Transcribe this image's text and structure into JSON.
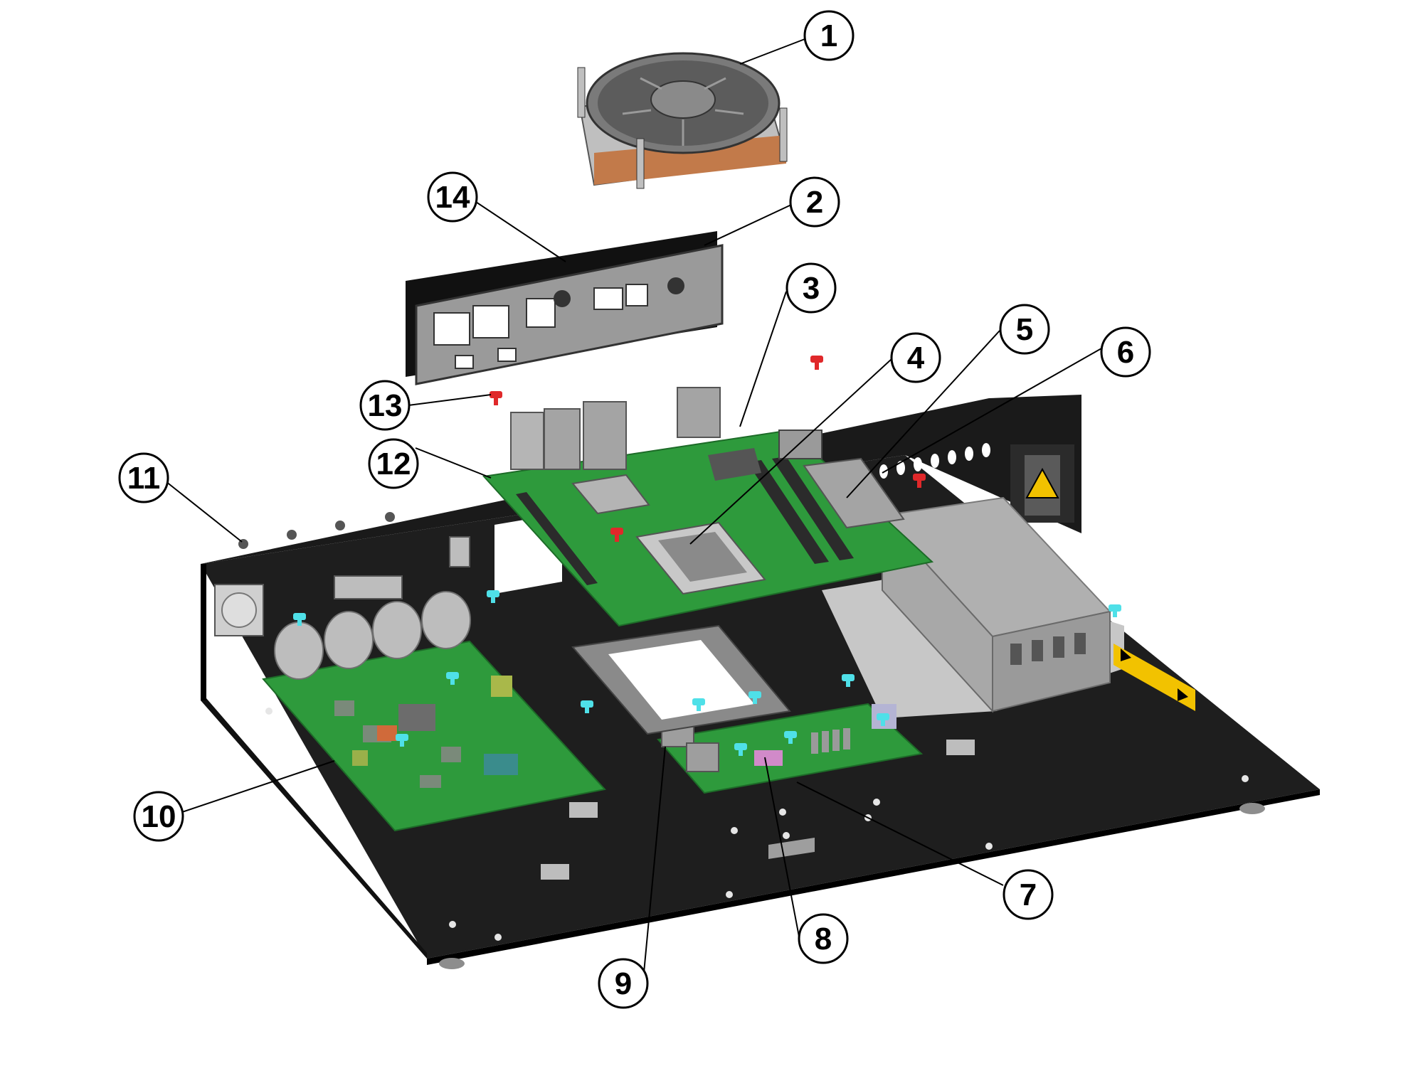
{
  "diagram": {
    "callouts": [
      {
        "id": "1",
        "label": "1"
      },
      {
        "id": "2",
        "label": "2"
      },
      {
        "id": "3",
        "label": "3"
      },
      {
        "id": "4",
        "label": "4"
      },
      {
        "id": "5",
        "label": "5"
      },
      {
        "id": "6",
        "label": "6"
      },
      {
        "id": "7",
        "label": "7"
      },
      {
        "id": "8",
        "label": "8"
      },
      {
        "id": "9",
        "label": "9"
      },
      {
        "id": "10",
        "label": "10"
      },
      {
        "id": "11",
        "label": "11"
      },
      {
        "id": "12",
        "label": "12"
      },
      {
        "id": "13",
        "label": "13"
      },
      {
        "id": "14",
        "label": "14"
      }
    ],
    "colors": {
      "chassis": "#1e1e1e",
      "pcb": "#2e9a3c",
      "metal": "#9a9a9a",
      "screw_red": "#e0282a",
      "screw_cyan": "#4fe0e8",
      "warning": "#f2c200"
    }
  }
}
